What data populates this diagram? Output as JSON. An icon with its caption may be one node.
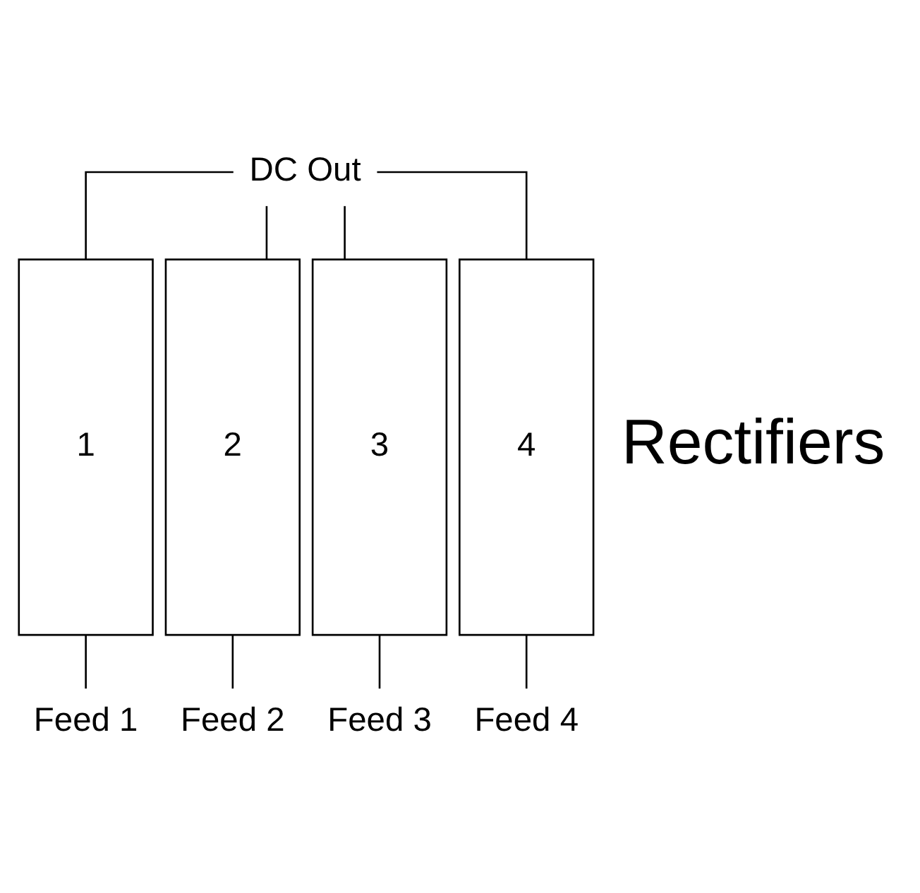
{
  "diagram": {
    "nodes": [
      {
        "text": [
          "DC Out"
        ]
      },
      {
        "text": [
          "1"
        ]
      },
      {
        "text": [
          "2"
        ]
      },
      {
        "text": [
          "3"
        ]
      },
      {
        "text": [
          "4"
        ]
      },
      {
        "text": [
          "Feed 1"
        ]
      },
      {
        "text": [
          "Feed 2"
        ]
      },
      {
        "text": [
          "Feed 3"
        ]
      },
      {
        "text": [
          "Feed 4"
        ]
      }
    ],
    "edges": [
      {
        "from": 1,
        "to": 0,
        "arrow": "none"
      },
      {
        "from": 2,
        "to": 0,
        "arrow": "none"
      },
      {
        "from": 3,
        "to": 0,
        "arrow": "none"
      },
      {
        "from": 4,
        "to": 0,
        "arrow": "none"
      },
      {
        "from": 5,
        "to": 1,
        "arrow": "none"
      },
      {
        "from": 6,
        "to": 2,
        "arrow": "none"
      },
      {
        "from": 7,
        "to": 3,
        "arrow": "none"
      },
      {
        "from": 8,
        "to": 4,
        "arrow": "none"
      }
    ],
    "labels": [
      "Rectifiers"
    ]
  }
}
